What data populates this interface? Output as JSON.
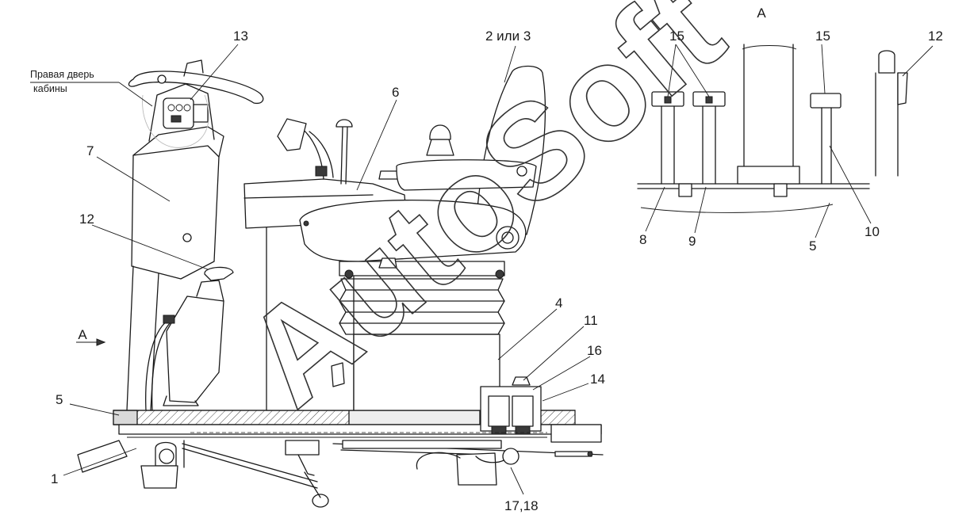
{
  "diagram": {
    "view_marker_main": "A",
    "view_title": "A",
    "watermark": "AutoSoft",
    "callouts_main": [
      {
        "id": "c13",
        "text": "13"
      },
      {
        "id": "c2or3",
        "text": "2 или 3"
      },
      {
        "id": "c6",
        "text": "6"
      },
      {
        "id": "c7",
        "text": "7"
      },
      {
        "id": "c12",
        "text": "12"
      },
      {
        "id": "c5",
        "text": "5"
      },
      {
        "id": "c1",
        "text": "1"
      },
      {
        "id": "c4",
        "text": "4"
      },
      {
        "id": "c11",
        "text": "11"
      },
      {
        "id": "c16",
        "text": "16"
      },
      {
        "id": "c14",
        "text": "14"
      },
      {
        "id": "c17_18",
        "text": "17,18"
      }
    ],
    "callouts_view": [
      {
        "id": "v15a",
        "text": "15"
      },
      {
        "id": "v15b",
        "text": "15"
      },
      {
        "id": "v12",
        "text": "12"
      },
      {
        "id": "v8",
        "text": "8"
      },
      {
        "id": "v9",
        "text": "9"
      },
      {
        "id": "v5",
        "text": "5"
      },
      {
        "id": "v10",
        "text": "10"
      }
    ],
    "door_label": {
      "line1": "Правая дверь",
      "line2": "кабины"
    }
  }
}
